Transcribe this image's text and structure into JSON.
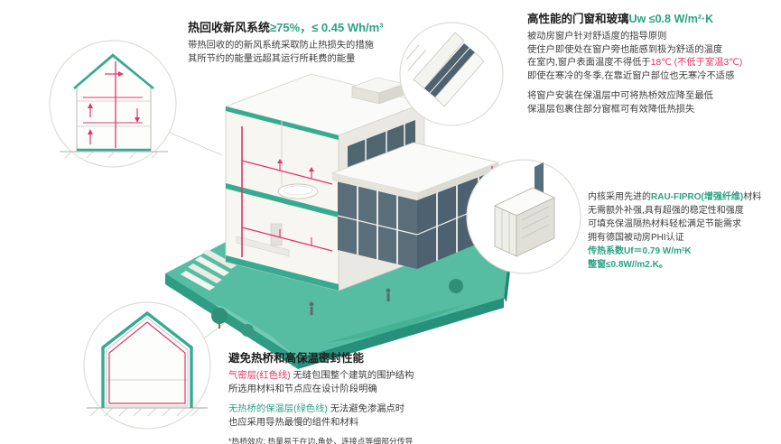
{
  "colors": {
    "accent_green": "#2aa283",
    "accent_red": "#e5345f",
    "platform_teal": "#56bda2"
  },
  "hrv": {
    "title_black": "热回收新风系统",
    "title_green": "≥75%，≤ 0.45 Wh/m³",
    "line1": "带热回收的的新风系统采取防止热损失的措施",
    "line2": "其所节约的能量远超其运行所耗费的能量"
  },
  "windows": {
    "title_black": "高性能的门窗和玻璃",
    "title_green": "Uw ≤0.8 W/m²·K",
    "line1": "被动房窗户针对舒适度的指导原则",
    "line2": "使住户即使处在窗户旁也能感到极为舒适的温度",
    "line3_pre": "在室内,窗户表面温度不得低于",
    "line3_red": "18℃ (不低于室温3℃)",
    "line4": "即使在寒冷的冬季,在靠近窗户部位也无寒冷不适感",
    "line5": "将窗户安装在保温层中可将热桥效应降至最低",
    "line6": "保温层包裹住部分窗框可有效降低热损失"
  },
  "profile": {
    "line1_pre": "内核采用先进的",
    "line1_green": "RAU-FIPRO(增强纤维)",
    "line1_post": "材料",
    "line2": "无需额外补强,具有超强的稳定性和强度",
    "line3": "可填充保温隔热材料轻松满足节能需求",
    "line4": "拥有德国被动房PHI认证",
    "line5_green": "传热系数Uf＝0.79 W/m²K",
    "line6_green": "整窗≤0.8W//m2.K。"
  },
  "thermal": {
    "title": "避免热桥和高保温密封性能",
    "line1_red": "气密层(红色线)",
    "line1_rest": " 无缝包围整个建筑的围护结构",
    "line2": "所选用材料和节点应在设计阶段明确",
    "line3_green": "无热桥的保温层(绿色线)",
    "line3_rest": " 无法避免渗漏点时",
    "line4": "也应采用导热最慢的组件和材料",
    "footnote": "*热桥效应: 热量易于在边,角处、连接点等细部分传导"
  }
}
